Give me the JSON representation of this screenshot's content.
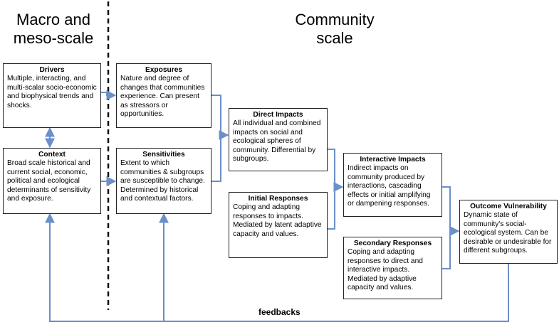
{
  "headings": {
    "macro": [
      "Macro and",
      "meso-scale"
    ],
    "community": [
      "Community",
      "scale"
    ]
  },
  "boxes": {
    "drivers": {
      "title": "Drivers",
      "body": "Multiple, interacting, and multi-scalar socio-economic and biophysical trends and shocks."
    },
    "context": {
      "title": "Context",
      "body": "Broad scale historical and current social, economic, political and ecological determinants of sensitivity and exposure."
    },
    "exposures": {
      "title": "Exposures",
      "body": "Nature and degree of changes that communities experience. Can present as stressors or opportunities."
    },
    "sensitivities": {
      "title": "Sensitivities",
      "body": "Extent to which communities & subgroups are susceptible to change. Determined by historical and contextual factors."
    },
    "direct_impacts": {
      "title": "Direct Impacts",
      "body": "All individual and combined impacts on social and ecological spheres of community. Differential by subgroups."
    },
    "initial_responses": {
      "title": "Initial Responses",
      "body": "Coping and adapting responses to impacts. Mediated by latent adaptive capacity and values."
    },
    "interactive_impacts": {
      "title": "Interactive Impacts",
      "body": "Indirect impacts on community produced by interactions, cascading effects or initial amplifying or dampening responses."
    },
    "secondary_responses": {
      "title": "Secondary Responses",
      "body": "Coping and adapting responses to direct and interactive impacts. Mediated by adaptive capacity and values."
    },
    "outcome_vulnerability": {
      "title": "Outcome Vulnerability",
      "body": "Dynamic state of community's social-ecological system. Can be desirable or undesirable for different subgroups."
    }
  },
  "feedbacks_label": "feedbacks",
  "colors": {
    "arrow": "#6b8fc9",
    "divider": "#111111",
    "border": "#222222"
  }
}
